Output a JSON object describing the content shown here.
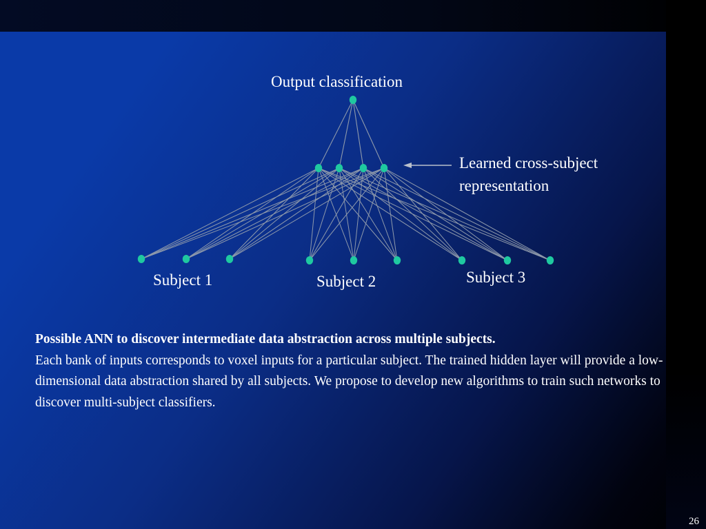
{
  "diagram": {
    "output_label": "Output classification",
    "hidden_label_line1": "Learned cross-subject",
    "hidden_label_line2": "representation",
    "subject_labels": [
      "Subject 1",
      "Subject 2",
      "Subject 3"
    ],
    "input_groups": 3,
    "inputs_per_group": 3,
    "hidden_units": 4,
    "output_units": 1,
    "node_color": "#1fc9a0",
    "edge_color": "#8f9aab",
    "arrow_color": "#b9c0cc"
  },
  "description": {
    "bold": "Possible ANN to discover intermediate data abstraction across multiple subjects.",
    "body": "Each bank of inputs corresponds to voxel inputs for a particular subject.  The trained hidden layer will provide a low-dimensional data abstraction shared by all subjects.  We propose to develop new algorithms to train such networks to discover multi-subject classifiers."
  },
  "page_number": "26"
}
